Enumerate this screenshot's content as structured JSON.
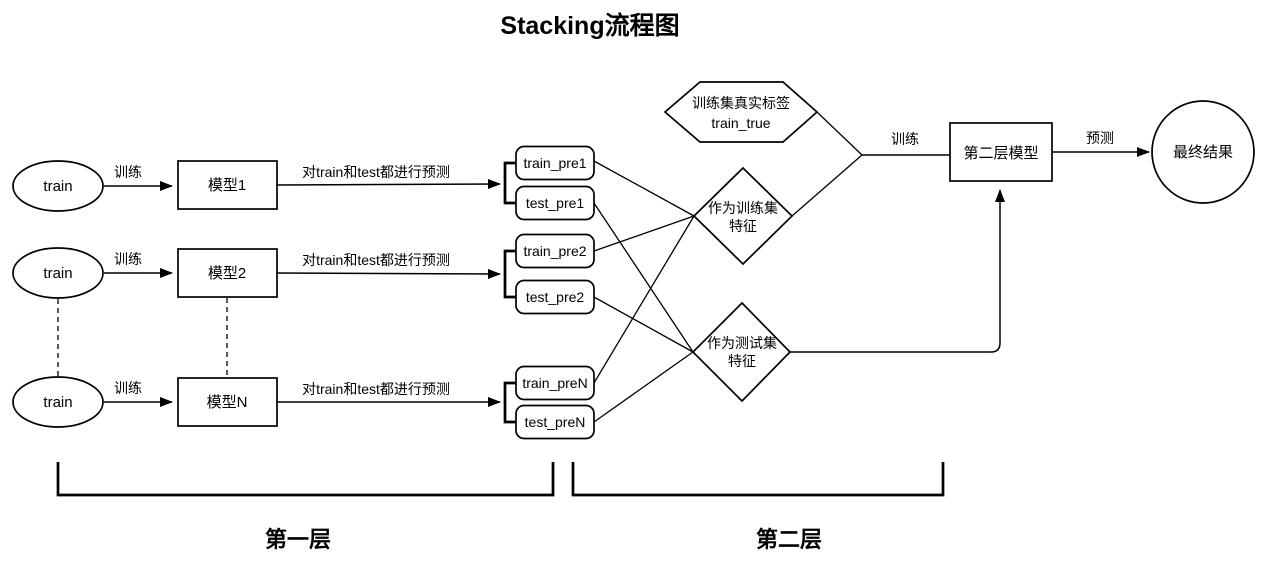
{
  "title": "Stacking流程图",
  "colors": {
    "stroke": "#000000",
    "background": "#ffffff"
  },
  "layer1": {
    "inputs": [
      "train",
      "train",
      "train"
    ],
    "models": [
      "模型1",
      "模型2",
      "模型N"
    ],
    "train_arrow_label": "训练",
    "predict_arrow_label": "对train和test都进行预测",
    "predictions": [
      "train_pre1",
      "test_pre1",
      "train_pre2",
      "test_pre2",
      "train_preN",
      "test_preN"
    ]
  },
  "hexagon": {
    "line1": "训练集真实标签",
    "line2": "train_true"
  },
  "diamond_train": {
    "line1": "作为训练集",
    "line2": "特征"
  },
  "diamond_test": {
    "line1": "作为测试集",
    "line2": "特征"
  },
  "layer2": {
    "train_arrow_label": "训练",
    "model": "第二层模型",
    "predict_arrow_label": "预测",
    "result": "最终结果"
  },
  "footer": {
    "layer1_label": "第一层",
    "layer2_label": "第二层"
  }
}
